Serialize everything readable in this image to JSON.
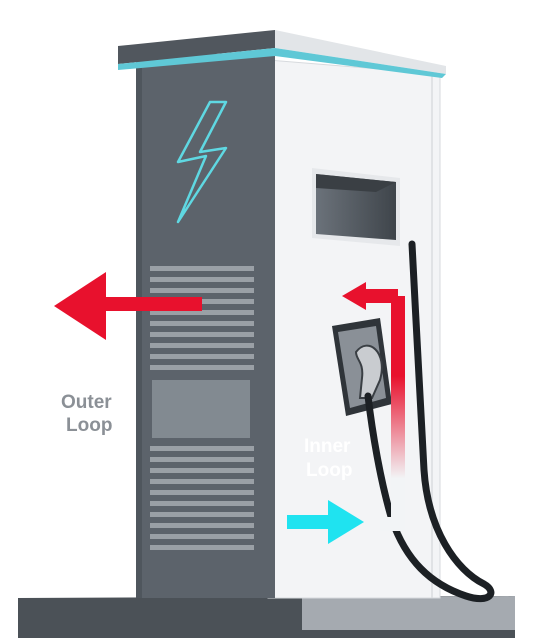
{
  "labels": {
    "outer_loop": [
      "Outer",
      "Loop"
    ],
    "inner_loop": [
      "Inner",
      "Loop"
    ]
  },
  "icons": {
    "lightning": "lightning-bolt-icon"
  },
  "colors": {
    "hot": "#e8112d",
    "cold": "#1fe3f0",
    "charger_dark": "#5c636b",
    "charger_light": "#f3f4f6",
    "roof_accent": "#5fc8d6",
    "ground": "#4b5157",
    "label_outer": "#8b9096",
    "label_inner": "#ffffff"
  }
}
